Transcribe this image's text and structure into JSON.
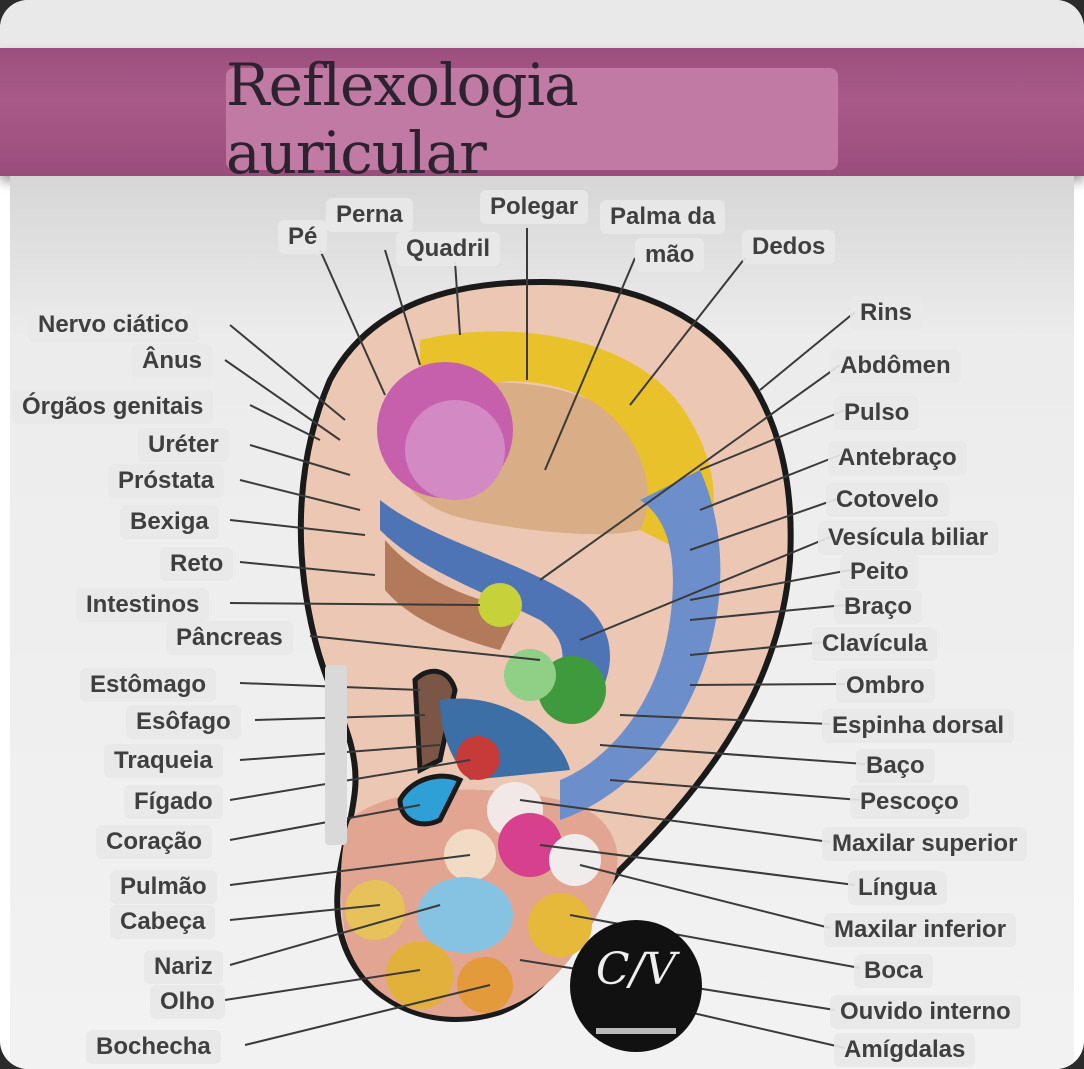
{
  "title": "Reflexologia auricular",
  "logo_text": "C/V",
  "colors": {
    "banner": "#a4568a",
    "outline": "#1a1a1a",
    "yellow": "#e9c12a",
    "pink": "#c660ad",
    "blue": "#4f74b6",
    "skin": "#e7b19a",
    "brown": "#b27a5a",
    "green": "#3f9a3e",
    "red": "#c73a3a",
    "cyan": "#2fa0d6"
  },
  "labels": {
    "pe": "Pé",
    "perna": "Perna",
    "quadril": "Quadril",
    "polegar": "Polegar",
    "palma1": "Palma da",
    "palma2": "mão",
    "dedos": "Dedos",
    "nervo": "Nervo ciático",
    "anus": "Ânus",
    "orgaos": "Órgãos genitais",
    "ureter": "Uréter",
    "prostata": "Próstata",
    "bexiga": "Bexiga",
    "reto": "Reto",
    "intestinos": "Intestinos",
    "pancreas": "Pâncreas",
    "estomago": "Estômago",
    "esofago": "Esôfago",
    "traqueia": "Traqueia",
    "figado": "Fígado",
    "coracao": "Coração",
    "pulmao": "Pulmão",
    "cabeca": "Cabeça",
    "nariz": "Nariz",
    "olho": "Olho",
    "bochecha": "Bochecha",
    "rins": "Rins",
    "abdomen": "Abdômen",
    "pulso": "Pulso",
    "antebraco": "Antebraço",
    "cotovelo": "Cotovelo",
    "vesicula": "Vesícula biliar",
    "peito": "Peito",
    "braco": "Braço",
    "clavicula": "Clavícula",
    "ombro": "Ombro",
    "espinha": "Espinha dorsal",
    "baco": "Baço",
    "pescoco": "Pescoço",
    "maxsup": "Maxilar superior",
    "lingua": "Língua",
    "maxinf": "Maxilar inferior",
    "boca": "Boca",
    "ouvido": "Ouvido interno",
    "amigdalas": "Amígdalas"
  }
}
